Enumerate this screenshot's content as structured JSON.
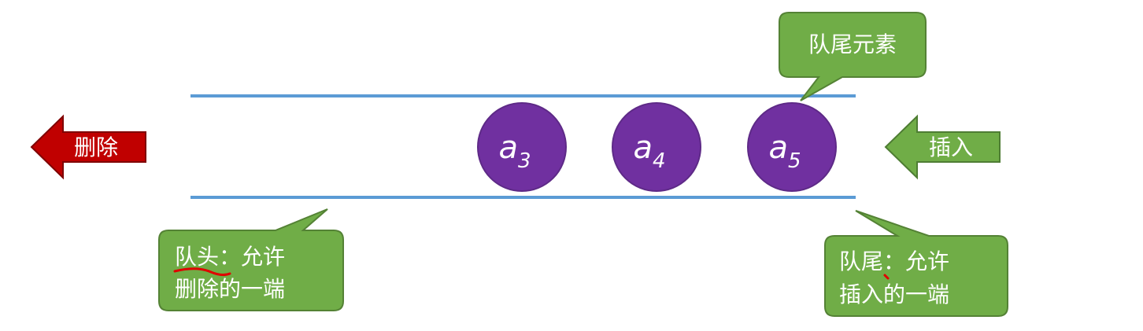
{
  "colors": {
    "queue_line": "#5b9bd5",
    "element_fill": "#7030a0",
    "element_stroke": "#5e2a87",
    "callout_fill": "#70ad47",
    "callout_stroke": "#548235",
    "delete_arrow_fill": "#c00000",
    "delete_arrow_stroke": "#7f0000",
    "insert_arrow_fill": "#70ad47",
    "insert_arrow_stroke": "#4e7d33",
    "text_on_color": "#ffffff",
    "annotation_mark": "#e00000"
  },
  "elements": [
    {
      "base": "a",
      "sub": "3"
    },
    {
      "base": "a",
      "sub": "4"
    },
    {
      "base": "a",
      "sub": "5"
    }
  ],
  "delete_arrow": {
    "label": "删除"
  },
  "insert_arrow": {
    "label": "插入"
  },
  "callouts": {
    "tail_element": {
      "text": "队尾元素"
    },
    "head": {
      "line1": "队头：允许",
      "line2": "删除的一端"
    },
    "rear": {
      "line1": "队尾：允许",
      "line2": "插入的一端"
    }
  }
}
